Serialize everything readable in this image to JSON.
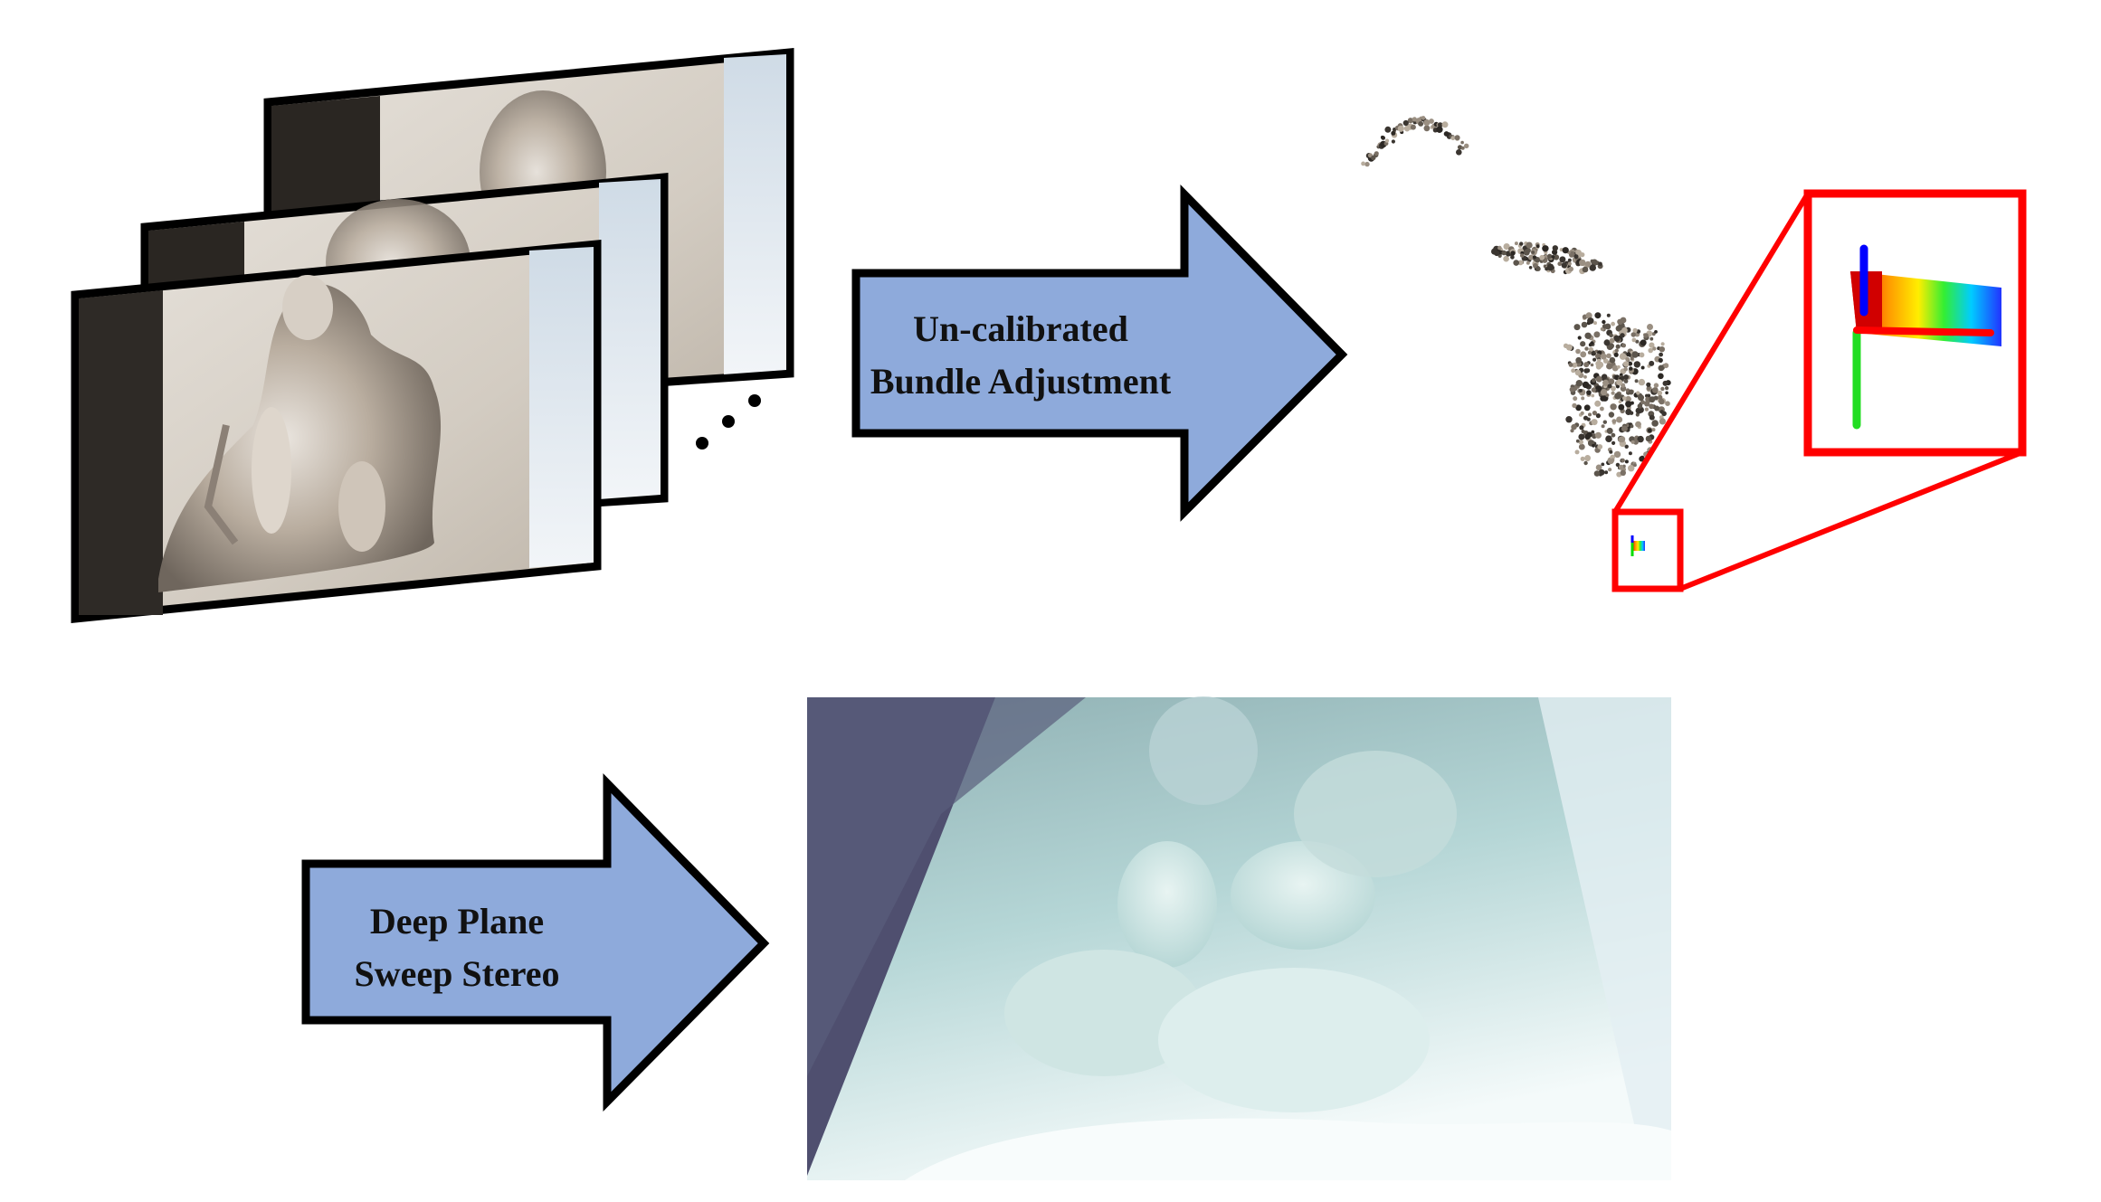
{
  "steps": [
    {
      "id": "bundle_adjustment",
      "lines": [
        "Un-calibrated",
        "Bundle Adjustment"
      ]
    },
    {
      "id": "plane_sweep",
      "lines": [
        "Deep Plane",
        "Sweep Stereo"
      ]
    }
  ],
  "input_images": {
    "count_shown": 3,
    "ellipsis": "..."
  },
  "colors": {
    "arrow_fill": "#8eaadb",
    "arrow_stroke": "#000000",
    "highlight_box": "#ff0000",
    "frame_border": "#000000",
    "axis_x": "#ff0000",
    "axis_y": "#00dd00",
    "axis_z": "#0000ff",
    "depth_far": "#4e4e6e",
    "depth_mid": "#a9cfcf",
    "depth_near": "#ffffff"
  },
  "icons": [
    "image-stack",
    "point-cloud",
    "camera-frustum",
    "depth-map"
  ]
}
